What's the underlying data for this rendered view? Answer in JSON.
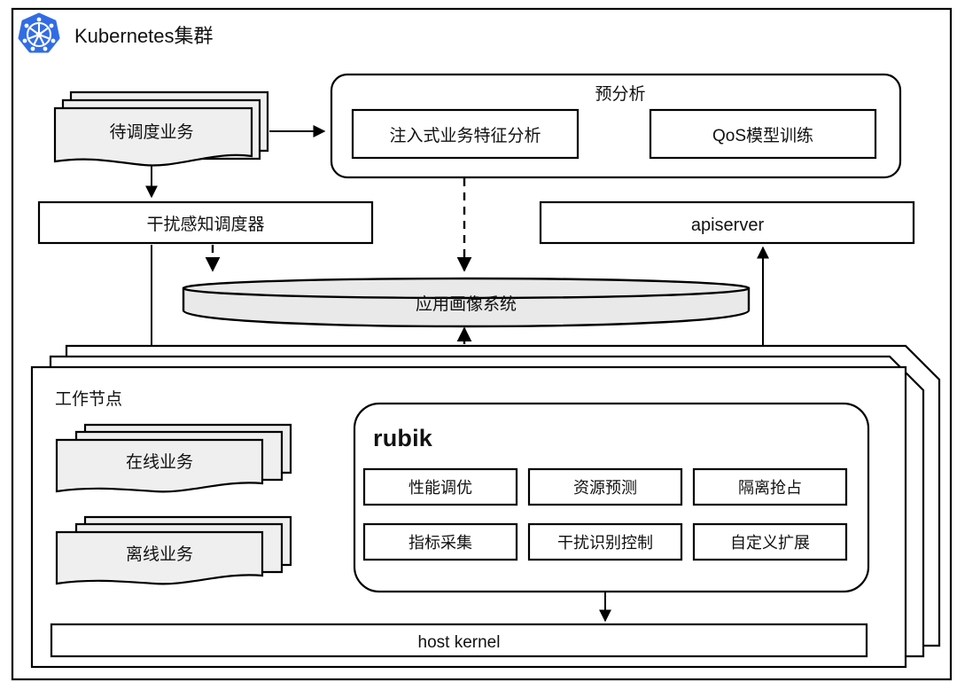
{
  "diagram": {
    "title": "Kubernetes集群",
    "logo_icon": "kubernetes-helm-icon",
    "logo_color": "#326CE5",
    "fill_color": "#EFEFEF",
    "cylinder_color": "#E9E9E9",
    "stroke_color": "#000000"
  },
  "pending_workload": {
    "label": "待调度业务",
    "stack_count": 3
  },
  "preanalysis": {
    "title": "预分析",
    "items": [
      {
        "label": "注入式业务特征分析"
      },
      {
        "label": "QoS模型训练"
      }
    ]
  },
  "scheduler": {
    "label": "干扰感知调度器"
  },
  "apiserver": {
    "label": "apiserver"
  },
  "profiling_store": {
    "label": "应用画像系统",
    "shape": "cylinder"
  },
  "worker_node": {
    "label": "工作节点",
    "stack_count": 3,
    "ellipsis": "...",
    "workloads": [
      {
        "label": "在线业务",
        "stack_count": 3
      },
      {
        "label": "离线业务",
        "stack_count": 3
      }
    ],
    "rubik": {
      "title": "rubik",
      "modules": [
        {
          "label": "性能调优"
        },
        {
          "label": "资源预测"
        },
        {
          "label": "隔离抢占"
        },
        {
          "label": "指标采集"
        },
        {
          "label": "干扰识别控制"
        },
        {
          "label": "自定义扩展"
        }
      ]
    },
    "host_kernel": {
      "label": "host kernel"
    }
  },
  "connections": [
    {
      "name": "pending-to-preanalysis",
      "style": "solid"
    },
    {
      "name": "pending-to-scheduler",
      "style": "solid"
    },
    {
      "name": "preanalysis-to-store",
      "style": "dashed"
    },
    {
      "name": "scheduler-to-store",
      "style": "dashed"
    },
    {
      "name": "scheduler-to-worker-node",
      "style": "solid"
    },
    {
      "name": "rubik-to-store",
      "style": "dashed"
    },
    {
      "name": "rubik-to-apiserver",
      "style": "solid"
    },
    {
      "name": "rubik-to-host-kernel",
      "style": "solid"
    }
  ]
}
